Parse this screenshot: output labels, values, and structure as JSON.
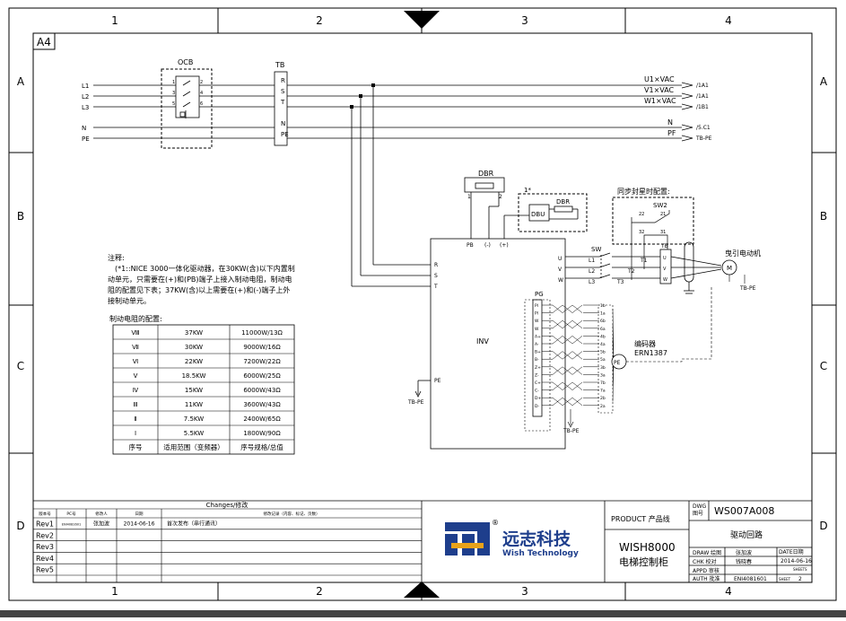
{
  "frame": {
    "cols": [
      "1",
      "2",
      "3",
      "4"
    ],
    "rows": [
      "A",
      "B",
      "C",
      "D"
    ],
    "size_label": "A4"
  },
  "left_terminals": {
    "phases": [
      "L1",
      "L2",
      "L3"
    ],
    "neutral": "N",
    "earth": "PE"
  },
  "ocb": {
    "label": "OCB",
    "pins_in": [
      "1",
      "3",
      "5"
    ],
    "pins_out": [
      "2",
      "4",
      "6"
    ]
  },
  "tb": {
    "label": "TB",
    "terminals": [
      "R",
      "S",
      "T",
      "N",
      "PE"
    ]
  },
  "outputs": [
    {
      "name": "U1×VAC",
      "ref": "/1A1"
    },
    {
      "name": "V1×VAC",
      "ref": "/1A1"
    },
    {
      "name": "W1×VAC",
      "ref": "/1B1"
    },
    {
      "name": "N",
      "ref": "/5.C1"
    },
    {
      "name": "PF",
      "ref": "TB-PE"
    }
  ],
  "dbr": {
    "label": "DBR",
    "pins": [
      "1",
      "2"
    ],
    "optional_mark": "1*",
    "unit_label": "DBU",
    "unit_dbr": "DBR"
  },
  "inv": {
    "label": "INV",
    "top_terminals": [
      "PB",
      "(-)",
      "(+)"
    ],
    "left_terminals": [
      "R",
      "S",
      "T"
    ],
    "right_terminals": [
      "U",
      "V",
      "W"
    ],
    "pe": "PE",
    "tb_pe": "TB-PE",
    "pg_label": "PG"
  },
  "pg": {
    "left_pins": [
      "Pl",
      "Pl",
      "W",
      "W",
      "A+",
      "A-",
      "B+",
      "B-",
      "Z+",
      "Z-",
      "C+",
      "C-",
      "D+",
      "D-"
    ],
    "right_pins": [
      "1b",
      "1a",
      "6b",
      "6a",
      "4b",
      "4a",
      "5b",
      "5a",
      "3b",
      "3a",
      "7b",
      "7a",
      "2b",
      "2a"
    ],
    "tb_pe": "TB-PE"
  },
  "encoder": {
    "label": "PE",
    "name_cn": "编码器",
    "model": "ERN1387"
  },
  "sync_note": {
    "title": "同步封星时配置:",
    "sw2": "SW2",
    "contacts": [
      "22",
      "21",
      "32",
      "31"
    ]
  },
  "sw": {
    "label": "SW",
    "left": [
      "L1",
      "L2",
      "L3"
    ],
    "right": [
      "T1",
      "T2",
      "T3"
    ]
  },
  "motor": {
    "tb": "TB",
    "tb_terms": [
      "U",
      "V",
      "W"
    ],
    "label": "M",
    "name_cn": "曳引电动机",
    "tb_pe": "TB-PE"
  },
  "notes": {
    "heading": "注释:",
    "lines": [
      "(*1::NICE 3000一体化驱动器，在30KW(含)以下内置制",
      "动单元，只需要在(+)和(PB)端子上接入制动电阻，制动电",
      "阻的配置见下表；37KW(含)以上需要在(+)和(-)端子上外",
      "接制动单元。"
    ]
  },
  "brake_table": {
    "title": "制动电阻的配置:",
    "rows": [
      [
        "Ⅷ",
        "37KW",
        "11000W/13Ω"
      ],
      [
        "Ⅶ",
        "30KW",
        "9000W/16Ω"
      ],
      [
        "Ⅵ",
        "22KW",
        "7200W/22Ω"
      ],
      [
        "Ⅴ",
        "18.5KW",
        "6000W/25Ω"
      ],
      [
        "Ⅳ",
        "15KW",
        "6000W/43Ω"
      ],
      [
        "Ⅲ",
        "11KW",
        "3600W/43Ω"
      ],
      [
        "Ⅱ",
        "7.5KW",
        "2400W/65Ω"
      ],
      [
        "Ⅰ",
        "5.5KW",
        "1800W/90Ω"
      ]
    ],
    "header": [
      "序号",
      "适用范围（变频器）",
      "序号规格/总值"
    ]
  },
  "revisions": {
    "title": "Changes/修改",
    "columns": [
      "版本号",
      "PC号",
      "修改人",
      "日期",
      "修改记录（内容、标记、页数）"
    ],
    "rows": [
      [
        "Rev1",
        "ENI4081601",
        "张加波",
        "2014-06-16",
        "首次发布（串行通讯）"
      ],
      [
        "Rev2",
        "",
        "",
        "",
        ""
      ],
      [
        "Rev3",
        "",
        "",
        "",
        ""
      ],
      [
        "Rev4",
        "",
        "",
        "",
        ""
      ],
      [
        "Rev5",
        "",
        "",
        "",
        ""
      ]
    ]
  },
  "logo": {
    "registered": "®",
    "cn": "远志科技",
    "en": "Wish Technology",
    "color": "#1e3e8c",
    "accent": "#e8a21a"
  },
  "title_block": {
    "product_label": "PRODUCT 产品线",
    "product": "WISH8000",
    "product_cn": "电梯控制柜",
    "dwg_label": "DWG",
    "dwg_label_cn": "图号",
    "dwg_no": "WS007A008",
    "sheet_title": "驱动回路",
    "draw_label": "DRAW 绘图",
    "draw_name": "张加波",
    "date_label": "DATE日期",
    "date": "2014-06-16",
    "chk_label": "CHK 校对",
    "chk_name": "钱晓春",
    "appd_label": "APPD 审核",
    "sheets_label": "SHEETS",
    "auth_label": "AUTH 批准",
    "auth_value": "ENI4081601",
    "sheet_label": "SHEET",
    "sheet_no": "2"
  }
}
